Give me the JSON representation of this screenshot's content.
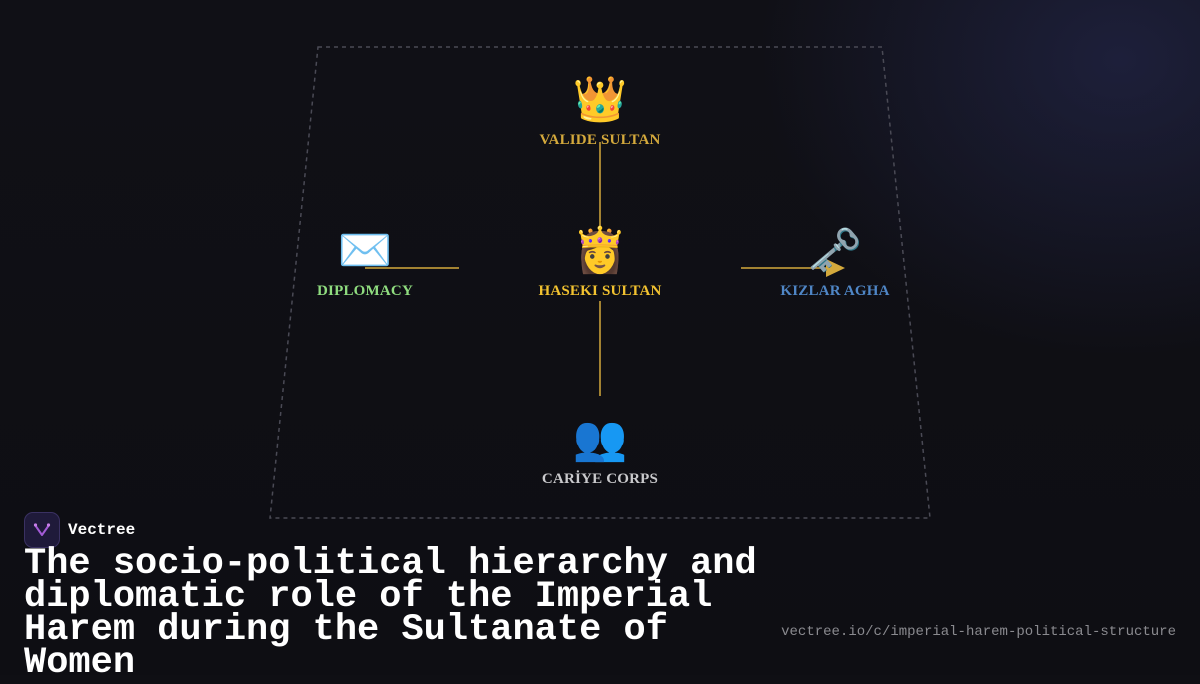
{
  "diagram": {
    "nodes": [
      {
        "id": "valide",
        "icon": "crown-icon",
        "glyph": "👑",
        "label": "VALIDE SULTAN",
        "color": "#d4a93c"
      },
      {
        "id": "diplomacy",
        "icon": "envelope-icon",
        "glyph": "✉️",
        "label": "DIPLOMACY",
        "color": "#8fdc7f"
      },
      {
        "id": "haseki",
        "icon": "princess-icon",
        "glyph": "👸",
        "label": "HASEKI SULTAN",
        "color": "#f2c230"
      },
      {
        "id": "kizlar",
        "icon": "key-icon",
        "glyph": "🗝️",
        "label": "KIZLAR AGHA",
        "color": "#4f86c6"
      },
      {
        "id": "cariye",
        "icon": "people-icon",
        "glyph": "👥",
        "label": "CARİYE CORPS",
        "color": "#c9c9cc"
      }
    ],
    "connector_color": "#d4a93c"
  },
  "brand": {
    "name": "Vectree",
    "logo_icon": "vectree-logo-icon"
  },
  "headline": "The socio-political hierarchy and diplomatic role of the Imperial Harem during the Sultanate of Women",
  "url": "vectree.io/c/imperial-harem-political-structure"
}
